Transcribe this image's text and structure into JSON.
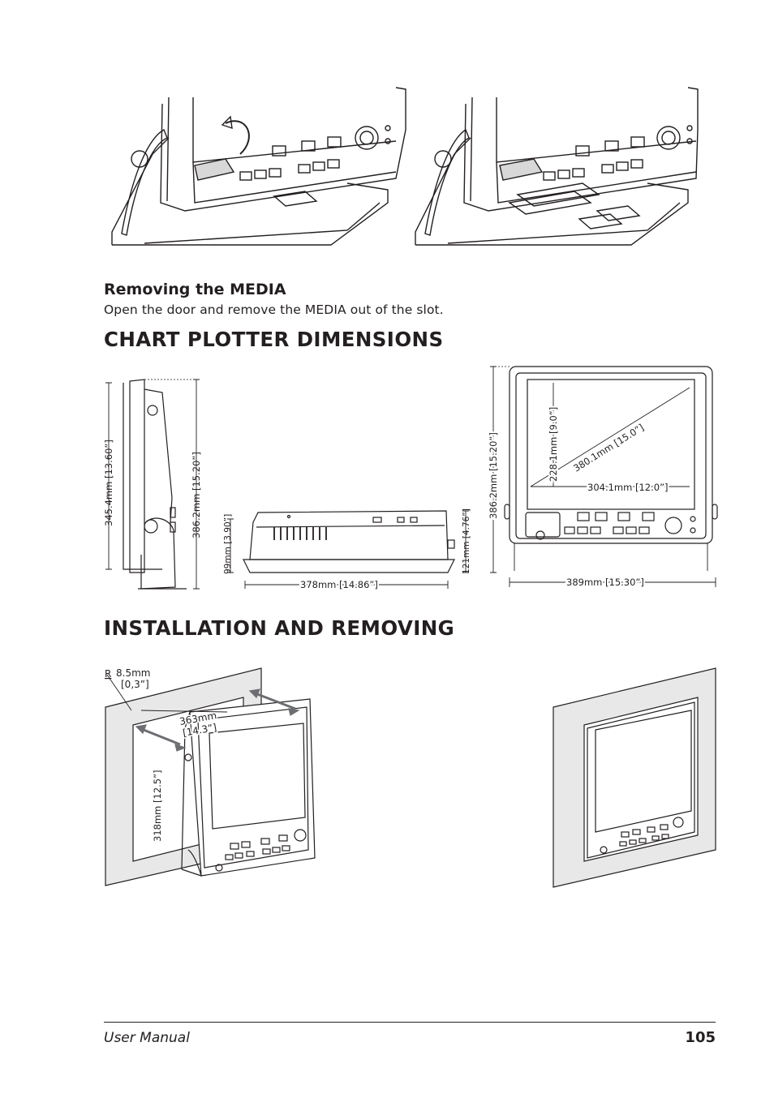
{
  "removing_media": {
    "heading": "Removing the MEDIA",
    "text": "Open the door and remove the MEDIA out of the slot."
  },
  "dimensions": {
    "heading": "CHART PLOTTER DIMENSIONS",
    "side_total_height": "345.4mm [13.60”]",
    "side_height": "386.2mm [15.20”]",
    "top_depth": "99mm [3.90”]",
    "top_depth_alt": "121mm [4.76”]",
    "top_width": "378mm [14.86”]",
    "front_height": "386.2mm [15.20”]",
    "screen_height": "228.1mm [9.0”]",
    "screen_diagonal": "380.1mm [15.0”]",
    "screen_width": "304.1mm [12.0”]",
    "front_width": "389mm [15.30”]"
  },
  "installation": {
    "heading": "INSTALLATION AND REMOVING",
    "radius_letter": "R",
    "radius_value": "8.5mm",
    "radius_inch": "[0,3”]",
    "cutout_width_mm": "363mm",
    "cutout_width_in": "[14.3”]",
    "cutout_height": "318mm [12.5”]"
  },
  "footer": {
    "left": "User Manual",
    "page_number": "105"
  }
}
